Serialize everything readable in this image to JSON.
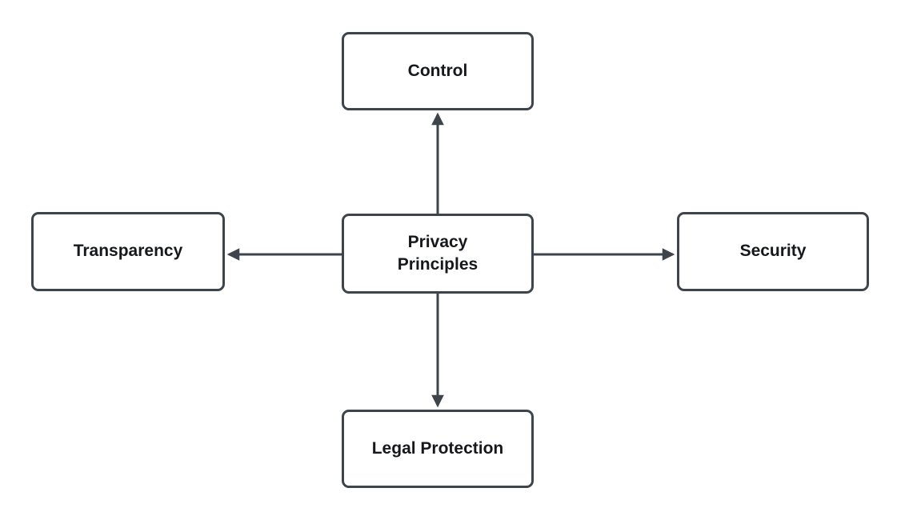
{
  "diagram": {
    "title": "Privacy Principles diagram",
    "type": "hub-and-spoke",
    "nodes": [
      {
        "id": "control",
        "label": "Control"
      },
      {
        "id": "transparency",
        "label": "Transparency"
      },
      {
        "id": "privacy-principles",
        "label": "Privacy Principles"
      },
      {
        "id": "security",
        "label": "Security"
      },
      {
        "id": "legal-protection",
        "label": "Legal Protection"
      }
    ],
    "edges": [
      {
        "from": "privacy-principles",
        "to": "control",
        "direction": "up"
      },
      {
        "from": "privacy-principles",
        "to": "transparency",
        "direction": "left"
      },
      {
        "from": "privacy-principles",
        "to": "security",
        "direction": "right"
      },
      {
        "from": "privacy-principles",
        "to": "legal-protection",
        "direction": "down"
      }
    ],
    "colors": {
      "stroke": "#3e444c",
      "node_fill": "#ffffff",
      "text": "#16181c",
      "background": "#ffffff"
    }
  }
}
